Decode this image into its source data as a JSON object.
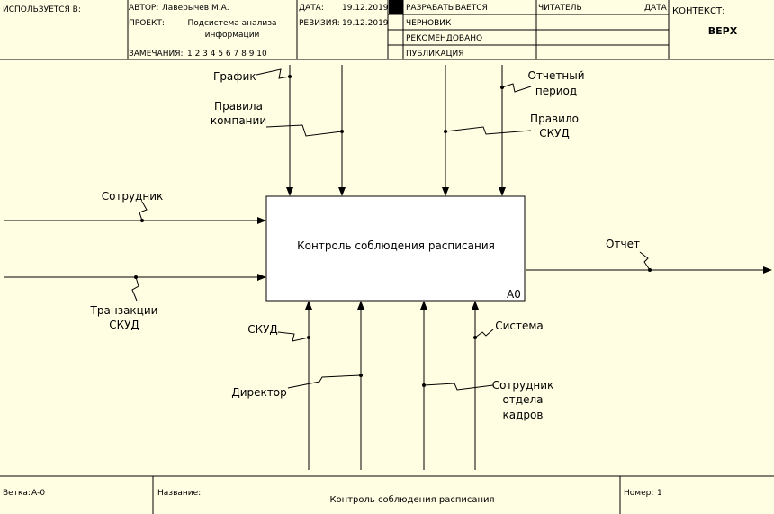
{
  "header": {
    "used_in": "ИСПОЛЬЗУЕТСЯ В:",
    "author_label": "АВТОР:",
    "author_value": "Лаверычев М.А.",
    "project_label": "ПРОЕКТ:",
    "project_value_line1": "Подсистема анализа",
    "project_value_line2": "информации",
    "notes_label": "ЗАМЕЧАНИЯ:",
    "notes_value": "1 2 3 4 5 6 7 8 9 10",
    "date_label": "ДАТА:",
    "date_value": "19.12.2019",
    "revision_label": "РЕВИЗИЯ:",
    "revision_value": "19.12.2019",
    "status_items": [
      "РАЗРАБАТЫВАЕТСЯ",
      "ЧЕРНОВИК",
      "РЕКОМЕНДОВАНО",
      "ПУБЛИКАЦИЯ"
    ],
    "reader_label": "ЧИТАТЕЛЬ",
    "reader_date_label": "ДАТА",
    "context_label": "КОНТЕКСТ:",
    "context_value": "ВЕРХ"
  },
  "activity": {
    "title": "Контроль соблюдения расписания",
    "node": "А0"
  },
  "arrows": {
    "controls": {
      "grafik": "График",
      "pravila_1": "Правила",
      "pravila_2": "компании",
      "otchetny_1": "Отчетный",
      "otchetny_2": "период",
      "pravilo_1": "Правило",
      "pravilo_2": "СКУД"
    },
    "inputs": {
      "sotrudnik": "Сотрудник",
      "tranzakcii_1": "Транзакции",
      "tranzakcii_2": "СКУД"
    },
    "outputs": {
      "otchet": "Отчет"
    },
    "mechanisms": {
      "skud": "СКУД",
      "direktor": "Директор",
      "sistema": "Система",
      "sotr_otdela_1": "Сотрудник",
      "sotr_otdela_2": "отдела",
      "sotr_otdela_3": "кадров"
    }
  },
  "footer": {
    "branch_label": "Ветка:",
    "branch_value": "А-0",
    "name_label": "Название:",
    "name_value": "Контроль соблюдения расписания",
    "number_label": "Номер:",
    "number_value": "1"
  }
}
